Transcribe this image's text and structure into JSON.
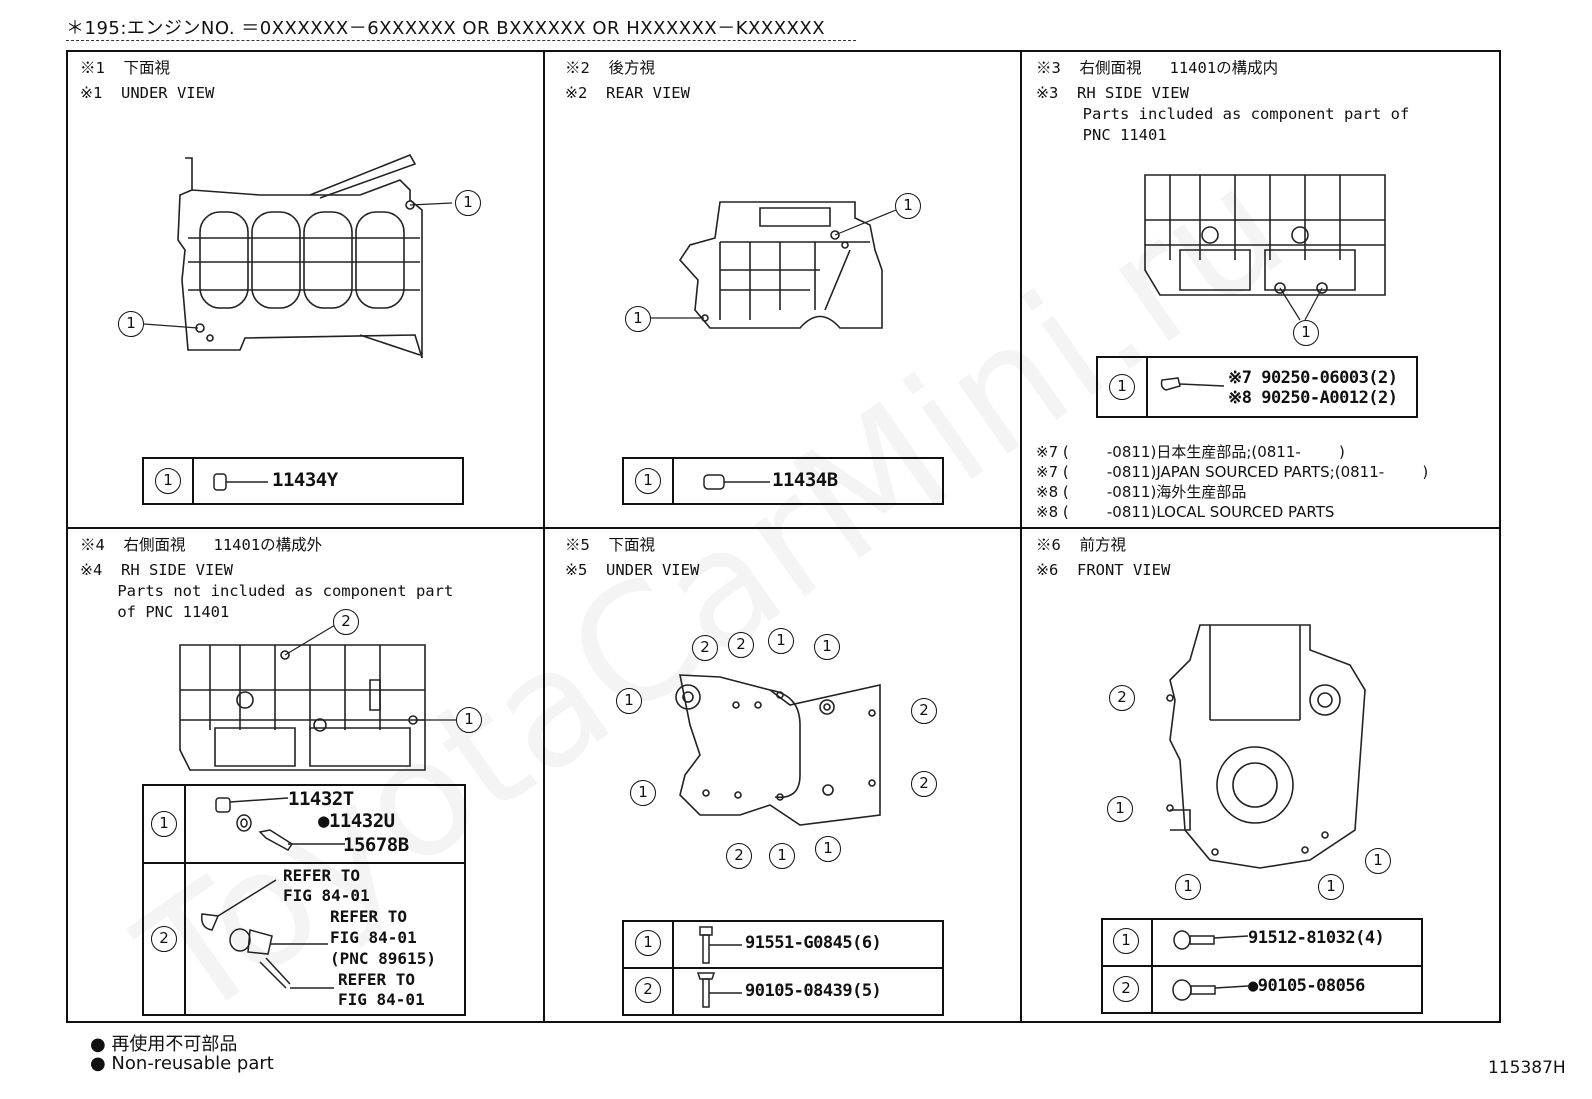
{
  "header": {
    "engine_note": "＊195:エンジンNO. ＝0XXXXXX－6XXXXXX  OR  BXXXXXX  OR  HXXXXXX－KXXXXXX"
  },
  "watermark": "ToyotaCarMini.ru",
  "panels": [
    {
      "title_jp": "※1  下面視",
      "title_en": "※1  UNDER VIEW",
      "callouts": [
        "1",
        "1"
      ],
      "table": [
        {
          "ref": "1",
          "part": "11434Y"
        }
      ]
    },
    {
      "title_jp": "※2  後方視",
      "title_en": "※2  REAR VIEW",
      "callouts": [
        "1",
        "1"
      ],
      "table": [
        {
          "ref": "1",
          "part": "11434B"
        }
      ]
    },
    {
      "title_jp": "※3  右側面視   11401の構成内",
      "title_en": "※3  RH SIDE VIEW",
      "desc": "     Parts included as component part of\n     PNC 11401",
      "callouts": [
        "1"
      ],
      "table": [
        {
          "ref": "1",
          "part_a": "※7  90250-06003(2)",
          "part_b": "※8  90250-A0012(2)"
        }
      ],
      "notes": [
        "※7 (        -0811)日本生産部品;(0811-        )",
        "※7 (        -0811)JAPAN SOURCED PARTS;(0811-        )",
        "※8 (        -0811)海外生産部品",
        "※8 (        -0811)LOCAL SOURCED PARTS"
      ]
    },
    {
      "title_jp": "※4  右側面視   11401の構成外",
      "title_en": "※4  RH SIDE VIEW",
      "desc": "    Parts not included as component part\n    of PNC 11401",
      "callouts": [
        "2",
        "1"
      ],
      "table": [
        {
          "ref": "1",
          "parts": [
            "11432T",
            "●11432U",
            "15678B"
          ]
        },
        {
          "ref": "2",
          "refs": [
            "REFER TO\nFIG 84-01",
            "REFER TO\nFIG 84-01\n(PNC 89615)",
            "REFER TO\nFIG 84-01"
          ]
        }
      ]
    },
    {
      "title_jp": "※5  下面視",
      "title_en": "※5  UNDER VIEW",
      "callouts": [
        "2",
        "2",
        "1",
        "1",
        "1",
        "2",
        "1",
        "2",
        "2",
        "1",
        "1"
      ],
      "table": [
        {
          "ref": "1",
          "part": "91551-G0845(6)"
        },
        {
          "ref": "2",
          "part": "90105-08439(5)"
        }
      ]
    },
    {
      "title_jp": "※6  前方視",
      "title_en": "※6  FRONT VIEW",
      "callouts": [
        "2",
        "1",
        "1",
        "1",
        "1"
      ],
      "table": [
        {
          "ref": "1",
          "part": "91512-81032(4)"
        },
        {
          "ref": "2",
          "part": "●90105-08056"
        }
      ]
    }
  ],
  "footer": {
    "legend_jp": "● 再使用不可部品",
    "legend_en": "● Non-reusable part",
    "figure_id": "115387H"
  }
}
